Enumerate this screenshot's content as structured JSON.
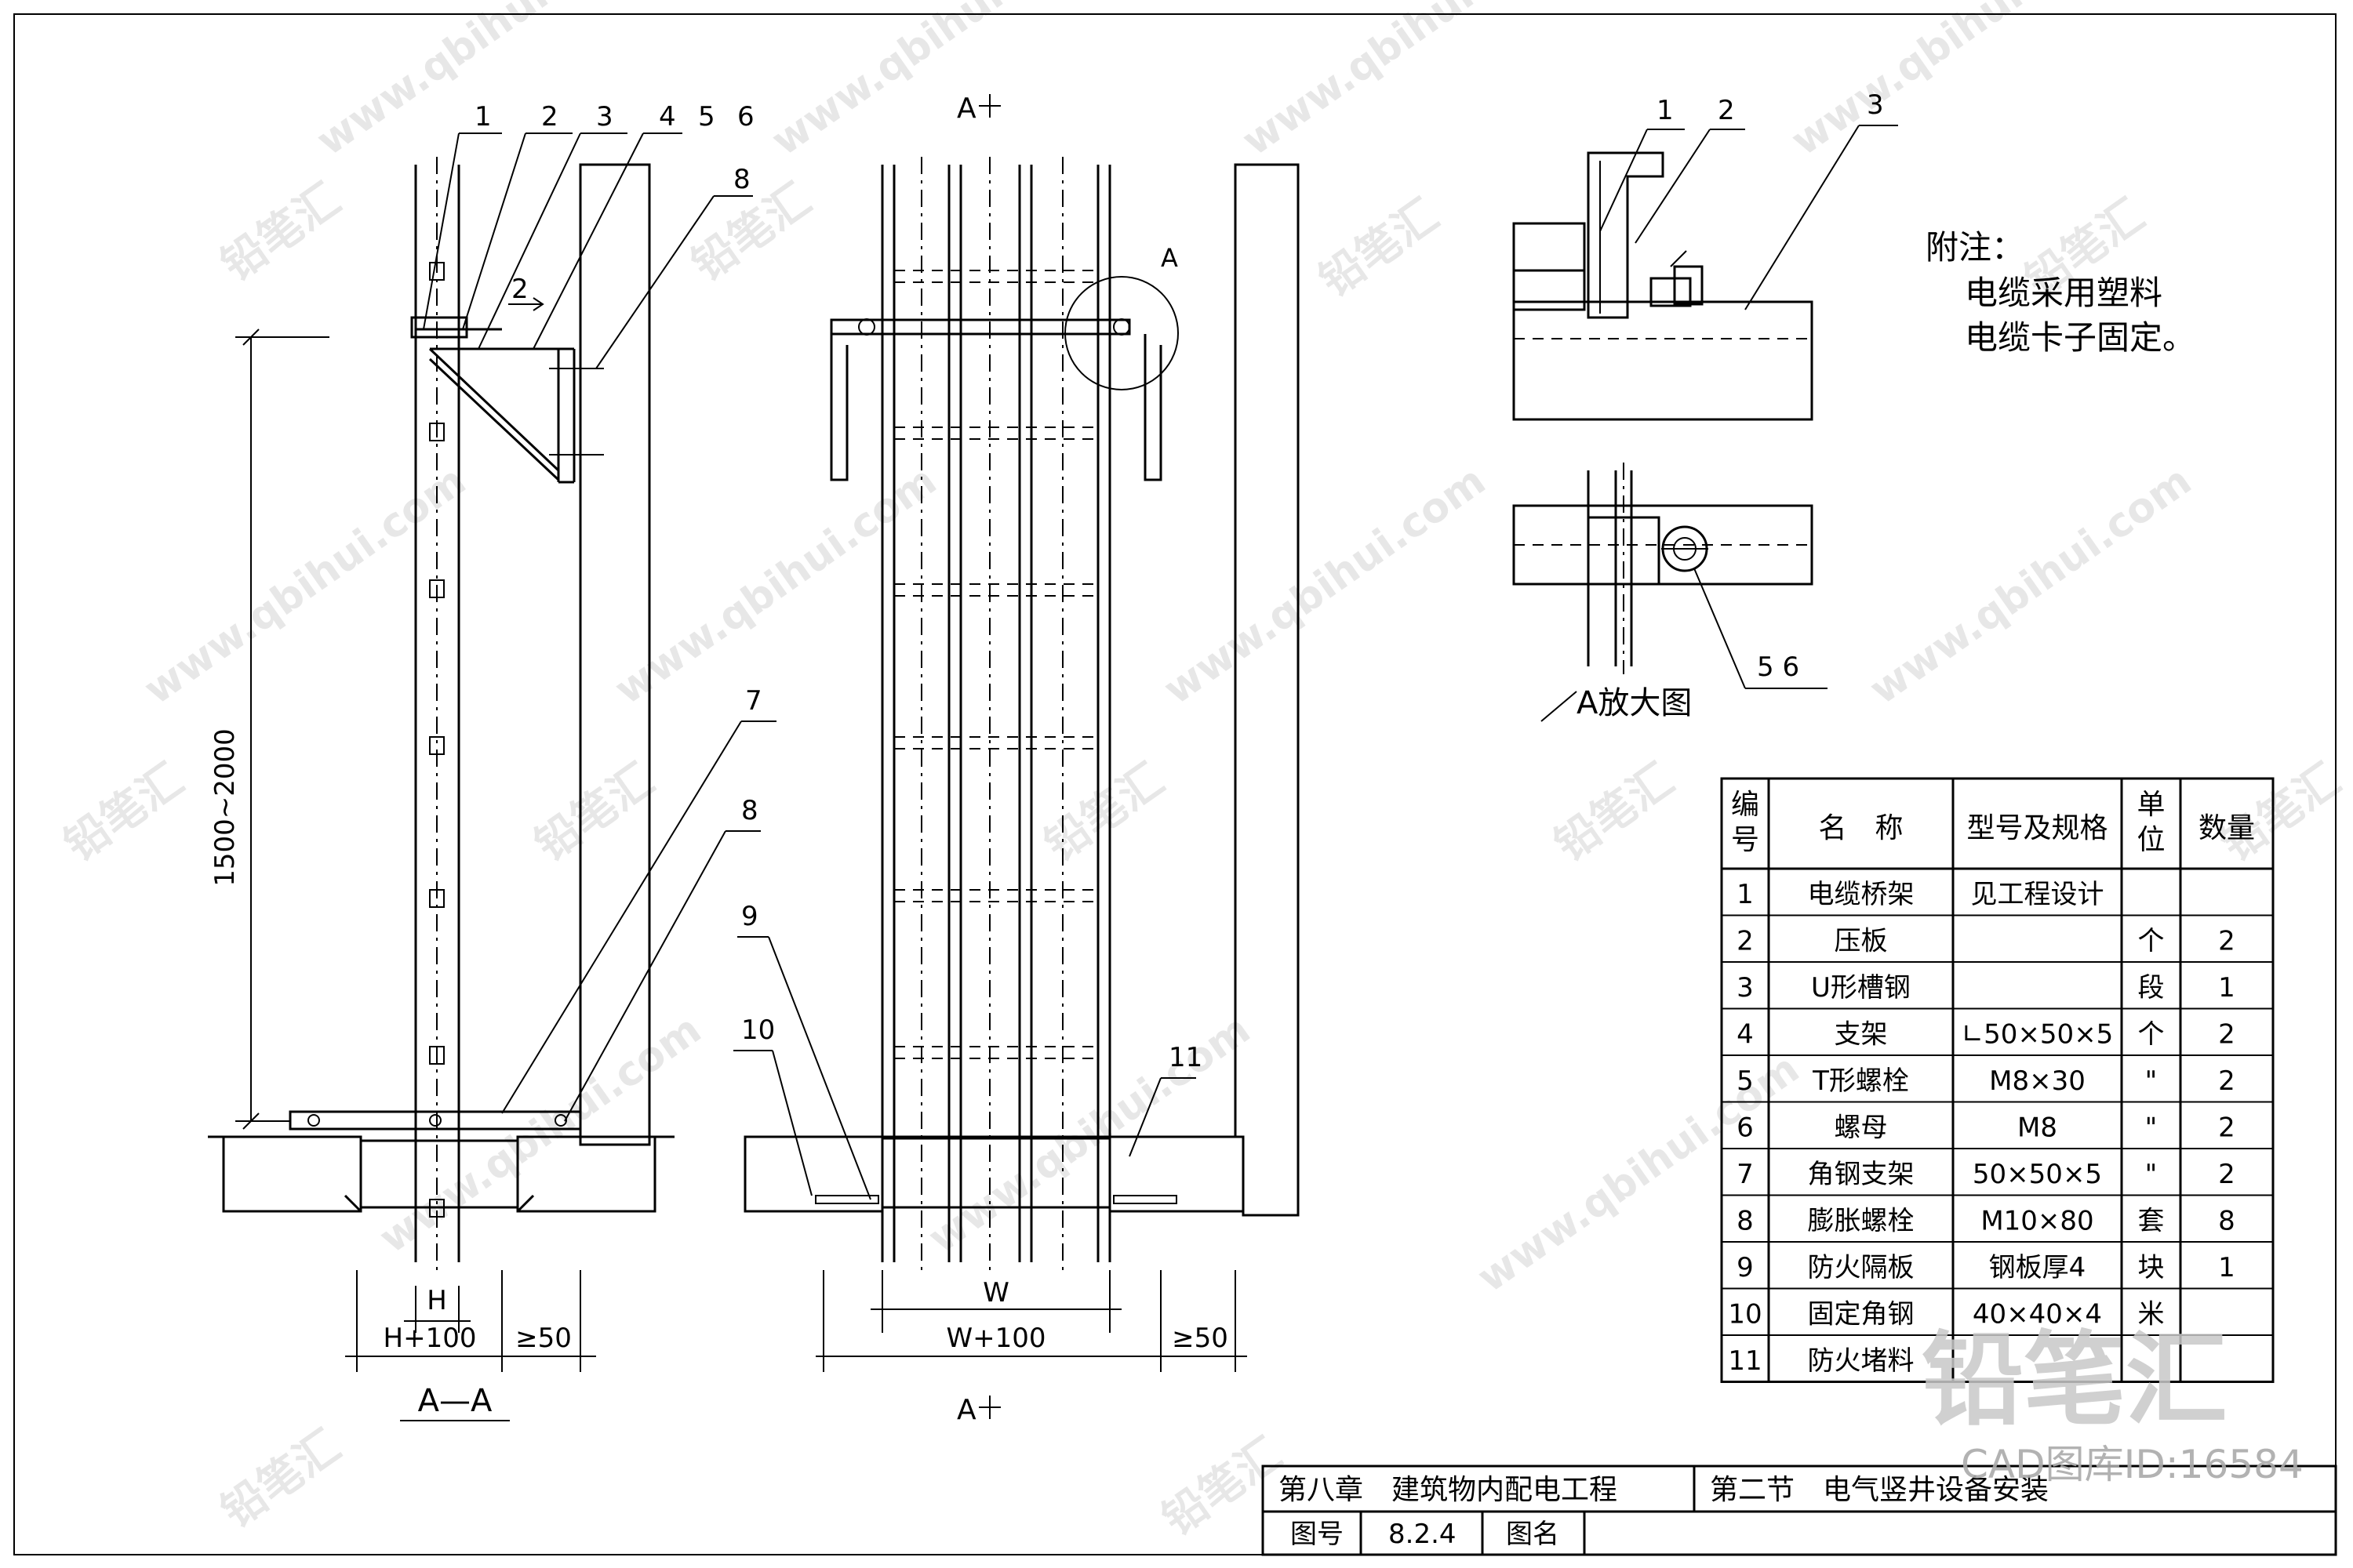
{
  "section_aa": {
    "callouts": [
      "1",
      "2",
      "3",
      "4",
      "5",
      "6",
      "8",
      "7",
      "8",
      "10"
    ],
    "dim_height": "1500~2000",
    "dim_h": "H",
    "dim_h100": "H+100",
    "dim_gap": "≥50",
    "view_label": "A—A",
    "arrow_label": "2"
  },
  "elevation": {
    "section_mark_top": "A",
    "section_mark_bottom": "A",
    "detail_circle_label": "A",
    "callouts": [
      "9",
      "11"
    ],
    "dim_w": "W",
    "dim_w100": "W+100",
    "dim_gap": "≥50"
  },
  "detail_a": {
    "callouts": [
      "1",
      "2",
      "3",
      "5 6"
    ],
    "title": "A放大图"
  },
  "note": {
    "heading": "附注：",
    "lines": [
      "电缆采用塑料",
      "电缆卡子固定。"
    ]
  },
  "parts_table": {
    "headers": [
      "编号",
      "名　称",
      "型号及规格",
      "单位",
      "数量"
    ],
    "rows": [
      [
        "1",
        "电缆桥架",
        "见工程设计",
        "",
        ""
      ],
      [
        "2",
        "压板",
        "",
        "个",
        "2"
      ],
      [
        "3",
        "U形槽钢",
        "",
        "段",
        "1"
      ],
      [
        "4",
        "支架",
        "∟50×50×5",
        "个",
        "2"
      ],
      [
        "5",
        "T形螺栓",
        "M8×30",
        "\"",
        "2"
      ],
      [
        "6",
        "螺母",
        "M8",
        "\"",
        "2"
      ],
      [
        "7",
        "角钢支架",
        "50×50×5",
        "\"",
        "2"
      ],
      [
        "8",
        "膨胀螺栓",
        "M10×80",
        "套",
        "8"
      ],
      [
        "9",
        "防火隔板",
        "钢板厚4",
        "块",
        "1"
      ],
      [
        "10",
        "固定角钢",
        "40×40×4",
        "米",
        ""
      ],
      [
        "11",
        "防火堵料",
        "",
        "",
        ""
      ]
    ]
  },
  "title_block": {
    "chapter": "第八章　建筑物内配电工程",
    "section": "第二节　电气竖井设备安装",
    "drawing_no_label": "图号",
    "drawing_no": "8.2.4",
    "drawing_name_label": "图名"
  },
  "watermark": {
    "brand": "铅笔汇",
    "url": "www.qbihui.com",
    "logo": "铅笔汇",
    "id_text": "CAD图库ID:16584"
  }
}
